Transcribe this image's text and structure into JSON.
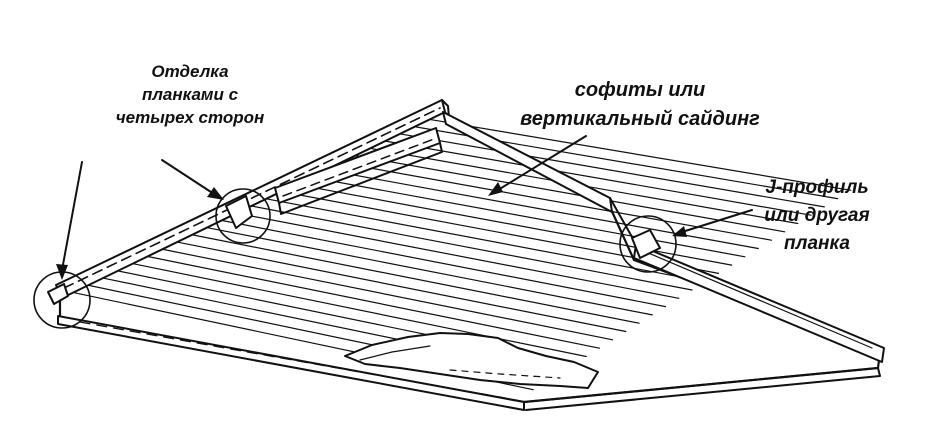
{
  "labels": {
    "corner_trim": [
      "Отделка",
      "планками с",
      "четырех сторон"
    ],
    "soffit": [
      "софиты или",
      "вертикальный сайдинг"
    ],
    "j_profile": [
      "J-профиль",
      "или другая",
      "планка"
    ]
  },
  "colors": {
    "ink": "#111111",
    "background": "#ffffff"
  }
}
